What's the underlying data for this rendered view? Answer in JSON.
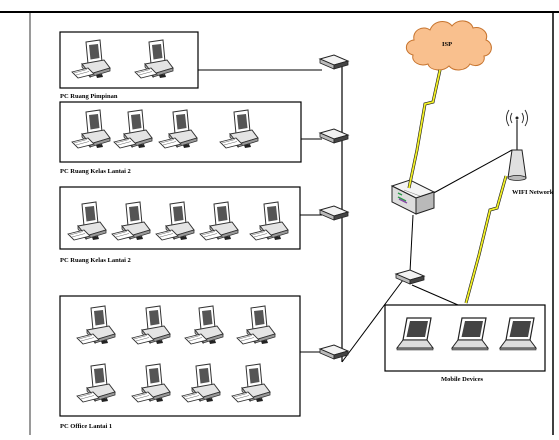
{
  "diagram": {
    "groups": [
      {
        "label": "PC Ruang Pimpinan",
        "pc_count": 2
      },
      {
        "label": "PC Ruang Kelas Lantai 2",
        "pc_count": 4
      },
      {
        "label": "PC Ruang Kelas Lantai 2",
        "pc_count": 5
      },
      {
        "label": "PC Office Lantai 1",
        "pc_count": 8
      }
    ],
    "isp_label": "ISP",
    "wifi_label": "WIFI Network",
    "mobile_label": "Mobile Devices",
    "mobile_count": 3,
    "colors": {
      "cloud_fill": "#f9c08e",
      "cloud_stroke": "#c7742e",
      "bolt": "#f1ef26",
      "line": "#000000",
      "device_body": "#e4e4e4",
      "device_dark": "#333333"
    }
  }
}
